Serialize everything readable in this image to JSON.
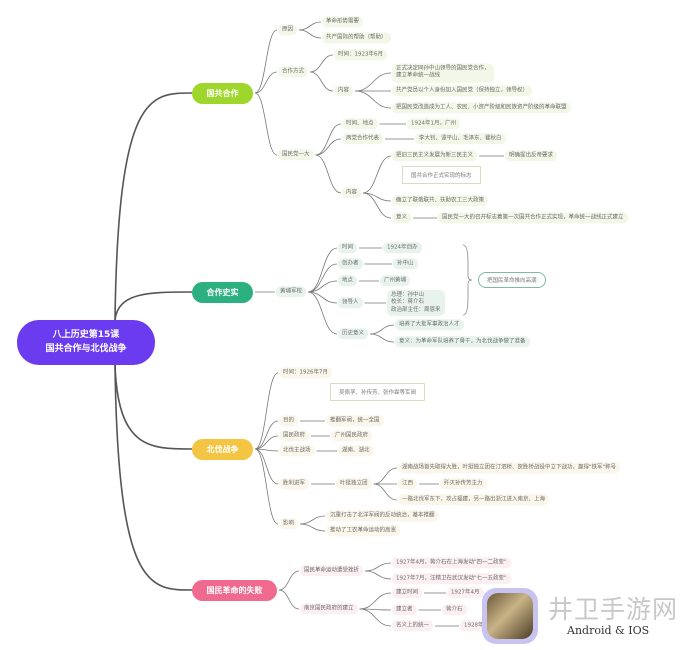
{
  "root": {
    "line1": "八上历史第15课",
    "line2": "国共合作与北伐战争",
    "color": "#6b3cef"
  },
  "branches": [
    {
      "label": "国共合作",
      "color": "#9fd62c"
    },
    {
      "label": "合作史实",
      "color": "#2db07f"
    },
    {
      "label": "北伐战争",
      "color": "#f4c542"
    },
    {
      "label": "国民革命的失败",
      "color": "#f06a8f"
    }
  ],
  "gc": {
    "reason": "原因",
    "reason_1": "革命形势需要",
    "reason_2": "共产国际的帮助（帮助）",
    "way": "合作方式",
    "way_time": "时间：1923年6月",
    "way_content": "内容",
    "content_1a": "正式决定同孙中山领导的国民党合作，",
    "content_1b": "建立革命统一战线",
    "content_2": "共产党员以个人身份加入国民党（保持独立，领导权）",
    "content_3": "把国民党改造成为工人、农民、小资产阶级和民族资产阶级的革命联盟",
    "kmt": "国民党一大",
    "kmt_time": "时间、地点",
    "kmt_time_v": "1924年1月，广州",
    "kmt_rep": "两党合作代表",
    "kmt_rep_v": "李大钊、谭平山、毛泽东、瞿秋白",
    "kmt_content": "内容",
    "kmt_c1": "把旧三民主义发展为新三民主义",
    "kmt_c1_v": "明确提出反帝要求",
    "kmt_callout": "国共合作正式实现的标志",
    "kmt_c2": "确立了联俄联共、扶助农工三大政策",
    "kmt_meaning": "意义",
    "kmt_meaning_v": "国民党一大的召开标志着第一次国共合作正式实现，革命统一战线正式建立"
  },
  "sx": {
    "school": "黄埔军校",
    "time": "时间",
    "time_v": "1924年创办",
    "founder": "创办者",
    "founder_v": "孙中山",
    "place": "地点",
    "place_v": "广州黄埔",
    "leader": "领导人",
    "leader_v1": "总理：孙中山",
    "leader_v2": "校长：蒋介石",
    "leader_v3": "政治部主任：周恩来",
    "meaning": "历史意义",
    "meaning_1": "培养了大批军事政治人才",
    "meaning_2": "意义：为革命军队培养了骨干，为北伐战争做了准备",
    "callout": "把国民革命推向高潮"
  },
  "bf": {
    "time": "时间：1926年7月",
    "callout": "吴佩孚、孙传芳、张作霖等军阀",
    "goal": "目的",
    "goal_v": "推翻军阀，统一全国",
    "gov": "国民政府",
    "gov_v": "广州国民政府",
    "field": "北伐主战场",
    "field_v": "湖南、湖北",
    "march": "胜利进军",
    "march_v": "叶挺独立团",
    "march_1": "湖南战场首先取得大胜，叶挺独立团在汀泗桥、贺胜桥战役中立下战功，赢得\"铁军\"称号",
    "march_2": "江西",
    "march_2_v": "歼灭孙传芳主力",
    "march_3": "一路北伐军东下，攻占福建，另一路出浙江进入南京、上海",
    "impact": "影响",
    "impact_1": "沉重打击了北洋军阀的反动统治，基本推翻",
    "impact_2": "推动了工农革命运动的高涨"
  },
  "sb": {
    "setback": "国民革命运动遭受挫折",
    "setback_1": "1927年4月，蒋介石在上海发动\"四一二政变\"",
    "setback_2": "1927年7月，汪精卫在武汉发动\"七一五政变\"",
    "nanjing": "南京国民政府的建立",
    "n_time": "建立时间",
    "n_time_v": "1927年4月",
    "n_founder": "建立者",
    "n_founder_v": "蒋介石",
    "n_unify": "名义上的统一",
    "n_unify_v": "1928年"
  },
  "watermark": {
    "title": "井卫手游网",
    "subtitle": "Android & IOS"
  }
}
